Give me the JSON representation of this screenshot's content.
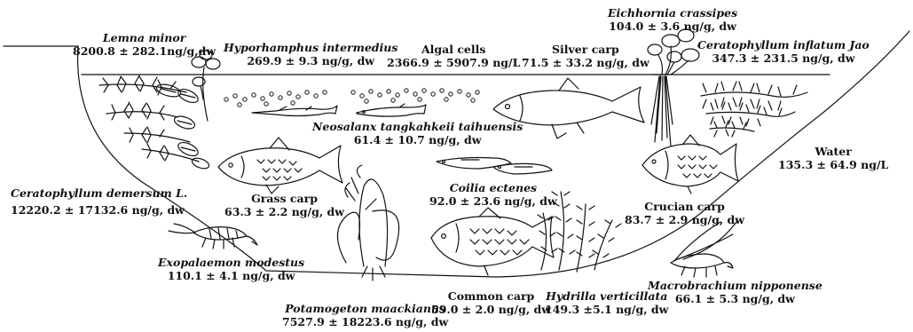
{
  "labels": {
    "lemna": {
      "name": "Lemna minor",
      "value": "8200.8 ± 282.1ng/g,dw"
    },
    "hyporhamphus": {
      "name": "Hyporhamphus intermedius",
      "value": "269.9 ± 9.3 ng/g, dw"
    },
    "algal": {
      "name": "Algal cells",
      "value": "2366.9 ± 5907.9 ng/L"
    },
    "silver_carp": {
      "name": "Silver carp",
      "value": "71.5 ± 33.2 ng/g, dw"
    },
    "eichhornia": {
      "name": "Eichhornia crassipes",
      "value": "104.0 ± 3.6 ng/g, dw"
    },
    "ceratophyllum_inflatum": {
      "name": "Ceratophyllum inflatum Jao",
      "value": "347.3 ± 231.5 ng/g, dw"
    },
    "neosalanx": {
      "name": "Neosalanx tangkahkeii taihuensis",
      "value": "61.4 ± 10.7 ng/g, dw"
    },
    "water": {
      "name": "Water",
      "value": "135.3 ± 64.9 ng/L"
    },
    "ceratophyllum_demersum": {
      "name": "Ceratophyllum demersum L.",
      "value": "12220.2 ± 17132.6 ng/g, dw"
    },
    "grass_carp": {
      "name": "Grass carp",
      "value": "63.3 ± 2.2 ng/g, dw"
    },
    "coilia": {
      "name": "Coilia ectenes",
      "value": "92.0 ± 23.6 ng/g, dw"
    },
    "crucian_carp": {
      "name": "Crucian carp",
      "value": "83.7 ± 2.9 ng/g, dw"
    },
    "exopalaemon": {
      "name": "Exopalaemon modestus",
      "value": "110.1 ± 4.1 ng/g, dw"
    },
    "potamogeton": {
      "name": "Potamogeton maackianus",
      "value": "7527.9 ± 18223.6 ng/g, dw"
    },
    "common_carp": {
      "name": "Common carp",
      "value": "59.0 ± 2.0 ng/g, dw"
    },
    "hydrilla": {
      "name": "Hydrilla verticillata",
      "value": "149.3 ±5.1 ng/g, dw"
    },
    "macrobrachium": {
      "name": "Macrobrachium nipponense",
      "value": "66.1 ± 5.3 ng/g, dw"
    }
  },
  "colors": {
    "ink": "#111111",
    "background": "#ffffff"
  }
}
